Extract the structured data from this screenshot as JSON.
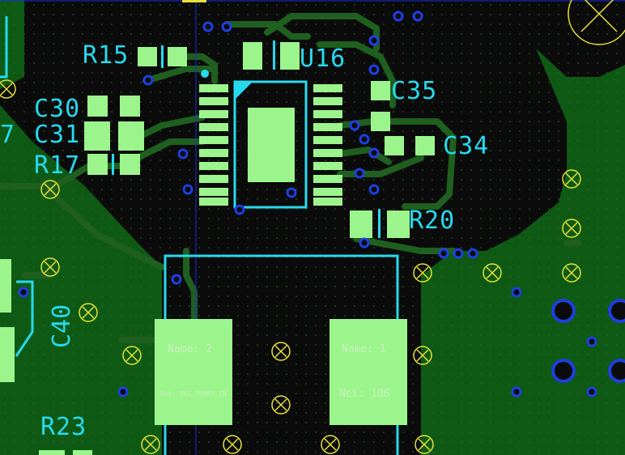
{
  "colors": {
    "background": "#0b0b0b",
    "copper_pour": "#0e5a14",
    "trace": "#1f5f1f",
    "pad": "#9cf58c",
    "silkscreen": "#27d9ee",
    "via_ring": "#1d3fe0",
    "hole_marker": "#e7e23a",
    "grid_dot": "#2c6a2c",
    "crosshair": "#1a2ee0"
  },
  "designators": {
    "r15": "R15",
    "u16": "U16",
    "c35": "C35",
    "c30": "C30",
    "c31": "C31",
    "c34": "C34",
    "r17": "R17",
    "r20": "R20",
    "c40": "C40",
    "r23": "R23",
    "seven": "7"
  },
  "big_pads": {
    "left": {
      "name": "Name: 2",
      "net": "Net: REG_POWER_IN"
    },
    "right": {
      "name": "Name: 1",
      "net": "Net: 106"
    }
  }
}
